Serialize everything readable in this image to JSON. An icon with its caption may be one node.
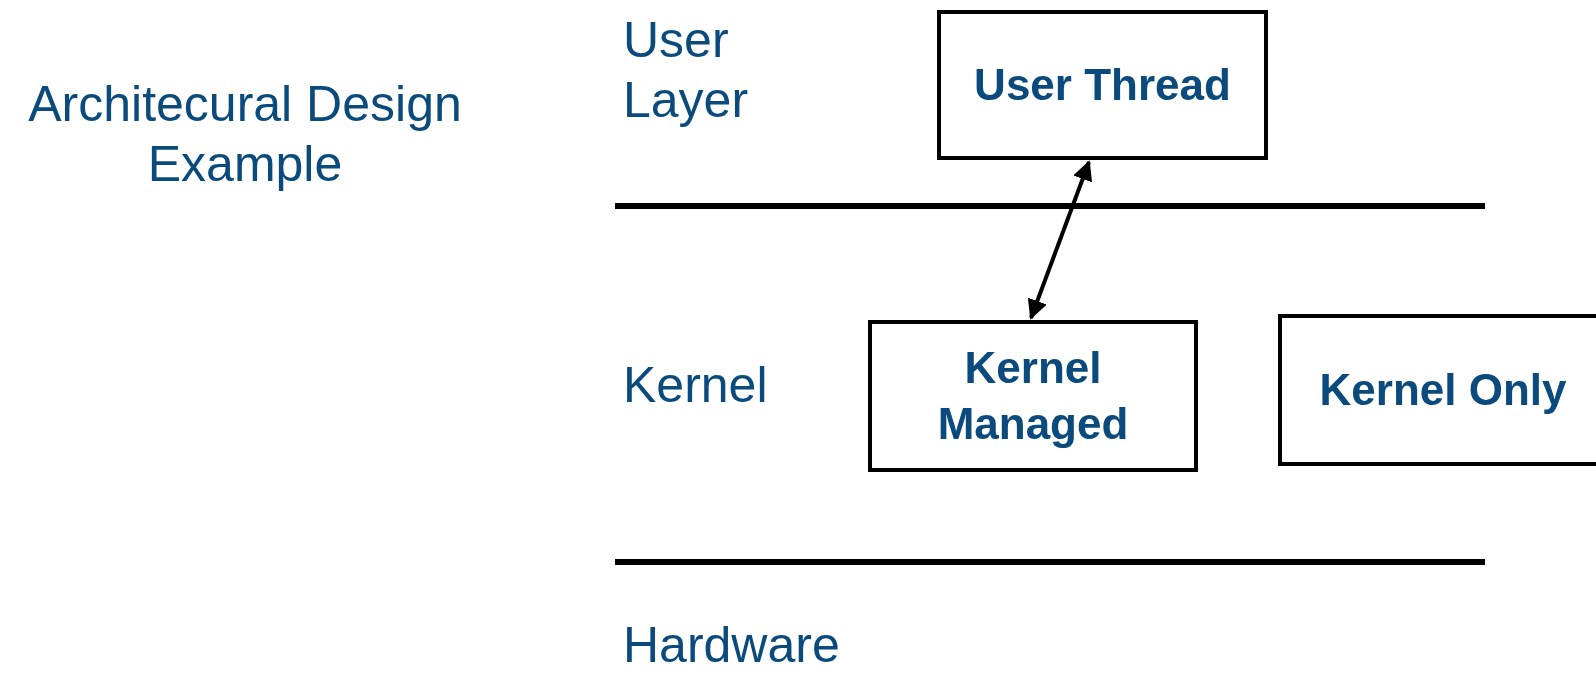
{
  "diagram": {
    "title": "Architecural Design Example",
    "nodes": [
      {
        "text": [
          "User Thread"
        ]
      },
      {
        "text": [
          "Kernel Managed"
        ]
      },
      {
        "text": [
          "Kernel Only"
        ]
      }
    ],
    "edges": [
      {
        "from": 0,
        "to": 1,
        "arrow": "both"
      }
    ],
    "labels": [
      "User Layer",
      "Kernel",
      "Hardware"
    ]
  }
}
